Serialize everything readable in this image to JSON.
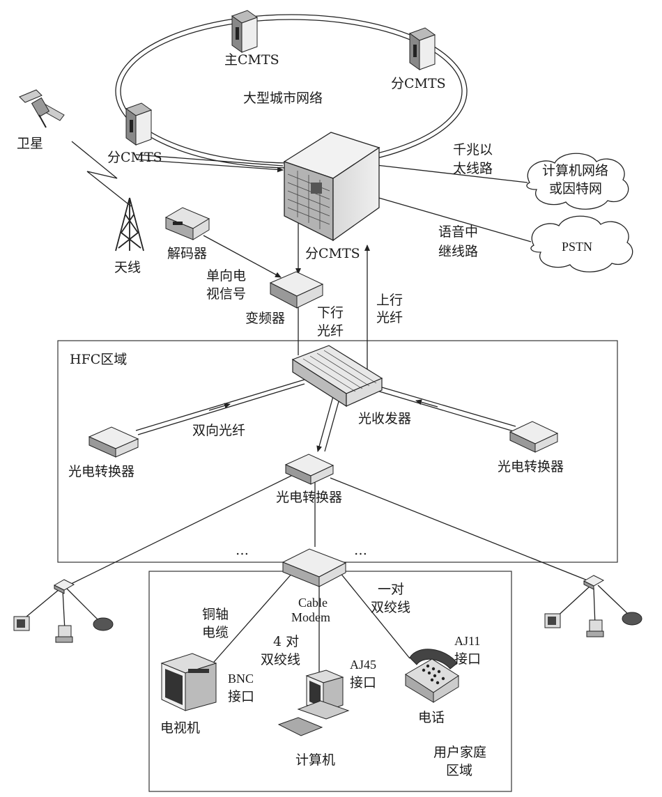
{
  "labels": {
    "main_cmts": "主CMTS",
    "sub_cmts_right": "分CMTS",
    "sub_cmts_left": "分CMTS",
    "city_network": "大型城市网络",
    "satellite": "卫星",
    "antenna": "天线",
    "decoder": "解码器",
    "gigabit_1": "千兆以",
    "gigabit_2": "太线路",
    "computer_net_1": "计算机网络",
    "computer_net_2": "或因特网",
    "voice_1": "语音中",
    "voice_2": "继线路",
    "pstn": "PSTN",
    "center_cmts": "分CMTS",
    "oneway_1": "单向电",
    "oneway_2": "视信号",
    "converter": "变频器",
    "down_1": "下行",
    "down_2": "光纤",
    "up_1": "上行",
    "up_2": "光纤",
    "hfc_area": "HFC区域",
    "bidir_fiber": "双向光纤",
    "transceiver": "光收发器",
    "oe_left": "光电转换器",
    "oe_right": "光电转换器",
    "oe_center": "光电转换器",
    "dots_left": "…",
    "dots_right": "…",
    "cable_1": "Cable",
    "cable_2": "Modem",
    "coax_1": "铜轴",
    "coax_2": "电缆",
    "pair_1": "一对",
    "pair_2": "双绞线",
    "four_1": "4 对",
    "four_2": "双绞线",
    "aj11_1": "AJ11",
    "aj11_2": "接口",
    "aj45_1": "AJ45",
    "aj45_2": "接口",
    "bnc_1": "BNC",
    "bnc_2": "接口",
    "tv": "电视机",
    "computer": "计算机",
    "phone": "电话",
    "home_1": "用户家庭",
    "home_2": "区域"
  }
}
